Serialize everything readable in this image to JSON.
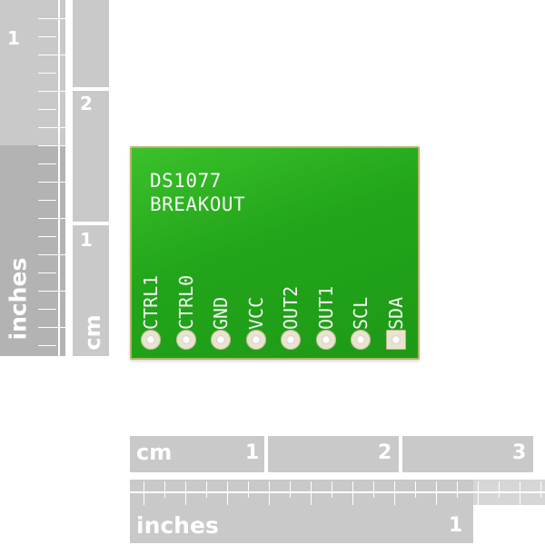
{
  "left_ruler": {
    "inches_label": "inches",
    "inches_number": "1",
    "cm_label": "cm",
    "cm_numbers": [
      "2",
      "1"
    ]
  },
  "bottom_ruler": {
    "cm_label": "cm",
    "cm_numbers": [
      "1",
      "2",
      "3"
    ],
    "inches_label": "inches",
    "inches_number": "1"
  },
  "board": {
    "title_line1": "DS1077",
    "title_line2": "BREAKOUT",
    "pins": [
      "CTRL1",
      "CTRL0",
      "GND",
      "VCC",
      "OUT2",
      "OUT1",
      "SCL",
      "SDA"
    ]
  },
  "colors": {
    "pcb_green": "#22a51a",
    "ruler_gray": "#c9c9c9",
    "pad_color": "#e8e4cf"
  }
}
